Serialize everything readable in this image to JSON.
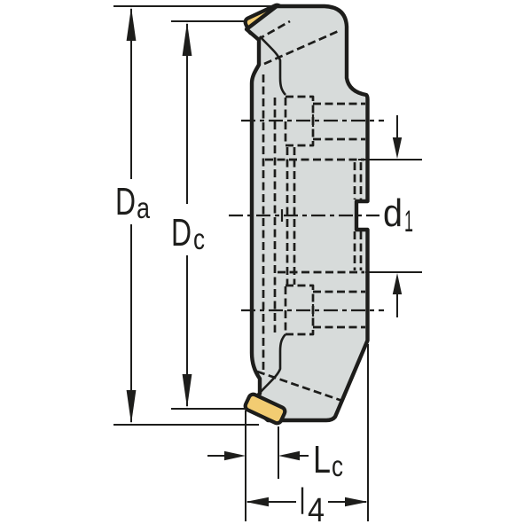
{
  "drawing": {
    "labels": {
      "outer_diameter": {
        "main": "D",
        "sub": "a"
      },
      "cutting_diameter": {
        "main": "D",
        "sub": "c"
      },
      "bore_diameter": {
        "main": "d",
        "sub": "1"
      },
      "cutting_edge_length": {
        "main": "L",
        "sub": "c"
      },
      "length_l4": {
        "main": "l",
        "sub": "4"
      }
    },
    "colors": {
      "background": "#ffffff",
      "line": "#1d1d1b",
      "body_fill": "#d7dbda",
      "insert_fill": "#f2cc72"
    }
  }
}
